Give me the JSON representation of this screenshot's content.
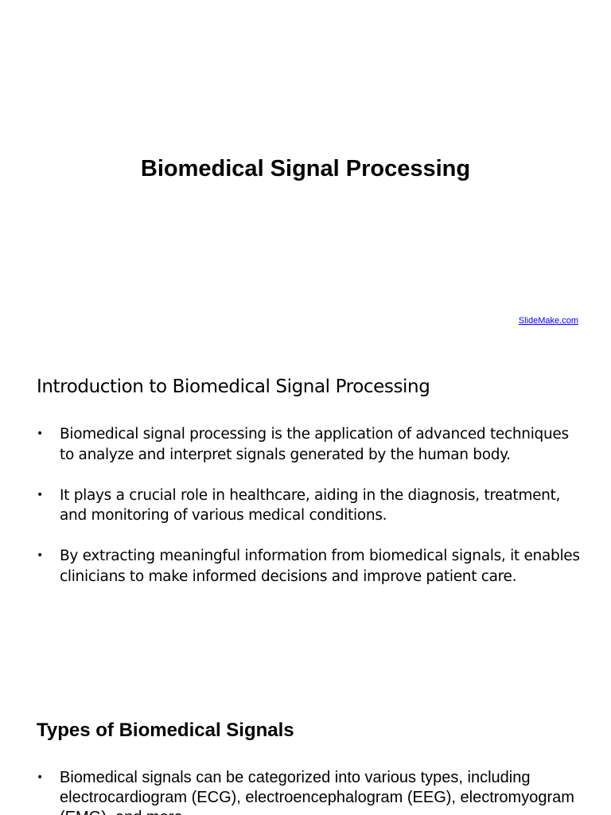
{
  "slide": {
    "title": "Biomedical Signal Processing",
    "credit_link": "SlideMake.com"
  },
  "intro": {
    "heading": "Introduction to Biomedical Signal Processing",
    "bullets": [
      "Biomedical signal processing is the application of advanced techniques to analyze and interpret signals generated by the human body.",
      "It plays a crucial role in healthcare, aiding in the diagnosis, treatment, and monitoring of various medical conditions.",
      "By extracting meaningful information from biomedical signals, it enables clinicians to make informed decisions and improve patient care."
    ]
  },
  "types": {
    "heading": "Types of Biomedical Signals",
    "bullets": [
      "Biomedical signals can be categorized into various types, including electrocardiogram (ECG), electroencephalogram (EEG), electromyogram (EMG), and more."
    ]
  },
  "bullet_glyph": "•"
}
